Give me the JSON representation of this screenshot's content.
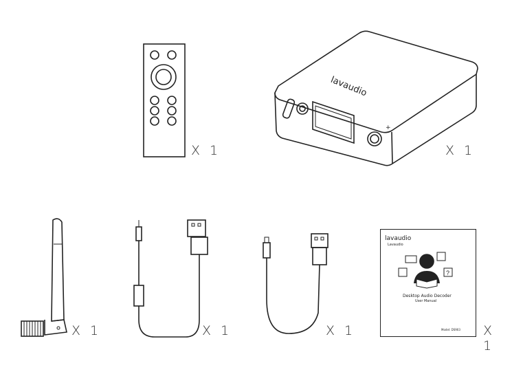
{
  "items": [
    {
      "name": "remote-control",
      "quantity": "X 1"
    },
    {
      "name": "decoder-device",
      "quantity": "X 1",
      "brand": "lavaudio"
    },
    {
      "name": "antenna",
      "quantity": "X 1"
    },
    {
      "name": "usb-power-cable",
      "quantity": "X 1"
    },
    {
      "name": "micro-usb-cable",
      "quantity": "X 1"
    },
    {
      "name": "user-manual",
      "quantity": "X 1"
    }
  ],
  "manual": {
    "brand": "lavaudio",
    "brand_sub": "Lavaudio",
    "title": "Desktop Audio Decoder",
    "subtitle": "User Manual",
    "model": "Model: DS903"
  },
  "colors": {
    "ink": "#222222",
    "background": "#ffffff"
  }
}
